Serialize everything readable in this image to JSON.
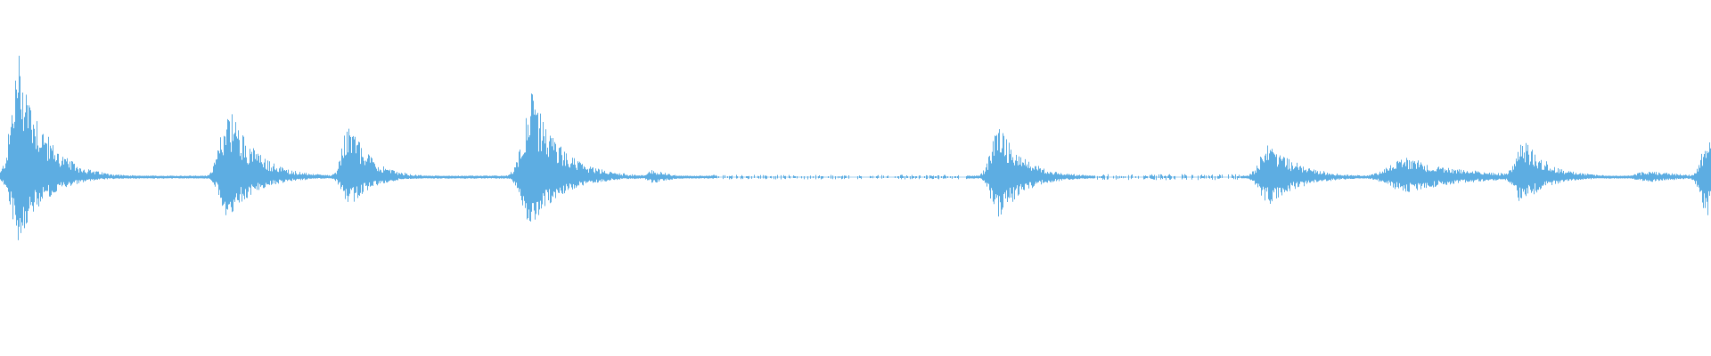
{
  "waveform": {
    "color": "#5DADE2",
    "background": "#ffffff",
    "bursts": [
      {
        "center": 0.0115,
        "peak": 0.86,
        "low": 0.44,
        "width": 0.026
      },
      {
        "center": 0.134,
        "peak": 0.48,
        "low": 0.28,
        "width": 0.028
      },
      {
        "center": 0.204,
        "peak": 0.38,
        "low": 0.21,
        "width": 0.022
      },
      {
        "center": 0.311,
        "peak": 0.56,
        "low": 0.34,
        "width": 0.03
      },
      {
        "center": 0.382,
        "peak": 0.05,
        "low": 0.04,
        "width": 0.018
      },
      {
        "center": 0.584,
        "peak": 0.36,
        "low": 0.28,
        "width": 0.026
      },
      {
        "center": 0.742,
        "peak": 0.24,
        "low": 0.19,
        "width": 0.03
      },
      {
        "center": 0.823,
        "peak": 0.13,
        "low": 0.1,
        "width": 0.06
      },
      {
        "center": 0.89,
        "peak": 0.27,
        "low": 0.18,
        "width": 0.026
      },
      {
        "center": 0.964,
        "peak": 0.04,
        "low": 0.03,
        "width": 0.04
      },
      {
        "center": 0.998,
        "peak": 0.26,
        "low": 0.26,
        "width": 0.022
      }
    ],
    "gaps": [
      {
        "from": 0.416,
        "to": 0.565,
        "level": 0.015
      },
      {
        "from": 0.64,
        "to": 0.725,
        "level": 0.02
      }
    ]
  }
}
